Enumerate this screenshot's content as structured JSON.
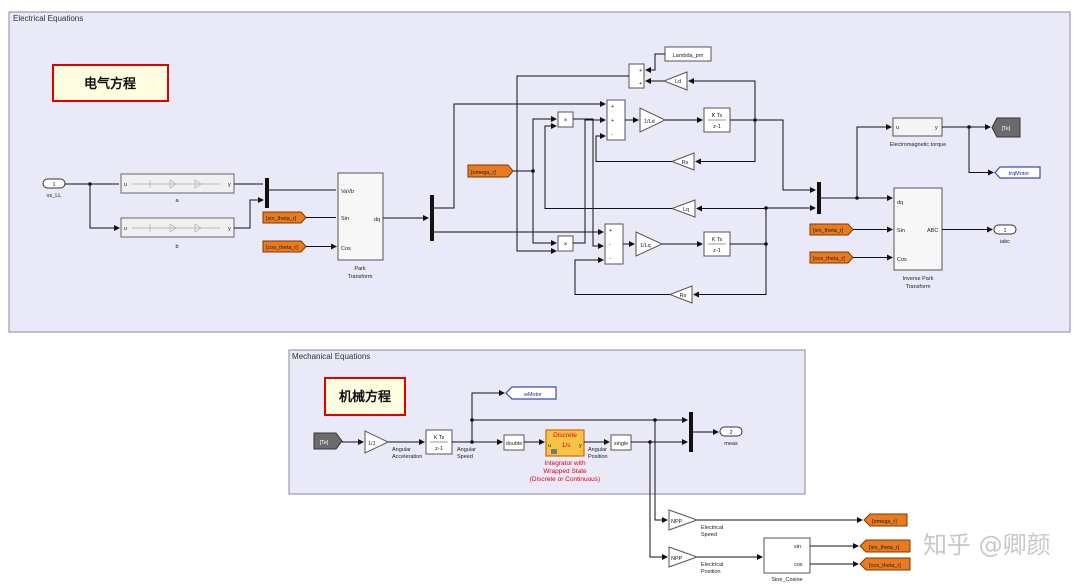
{
  "panels": {
    "electrical": {
      "title": "Electrical Equations",
      "note": "电气方程"
    },
    "mechanical": {
      "title": "Mechanical Equations",
      "note": "机械方程"
    }
  },
  "electrical": {
    "vs_in": {
      "num": "1",
      "label": "vs_LL"
    },
    "filter_a": {
      "label": "a",
      "in": "u",
      "out": "y"
    },
    "filter_b": {
      "label": "b",
      "in": "u",
      "out": "y"
    },
    "goto_sin": "[sin_theta_r]",
    "goto_cos": "[cos_theta_r]",
    "park": {
      "ports": [
        "VaVb",
        "Sin",
        "Cos"
      ],
      "out": "dq",
      "label1": "Park",
      "label2": "Transform"
    },
    "lambda": "Lambda_pm",
    "from_omega": "[omega_r]",
    "gain_Ld": "Ld",
    "gain_Lq": "Lq",
    "gain_Rs_d": "Rs",
    "gain_Rs_q": "Rs",
    "gain_1Ld": "1/Ld",
    "gain_1Lq": "1/Lq",
    "integrator_d": {
      "num": "K Ts",
      "den": "z-1"
    },
    "integrator_q": {
      "num": "K Ts",
      "den": "z-1"
    },
    "mult": "×",
    "sum_signs_d": [
      "+",
      "+",
      "-"
    ],
    "sum_signs_q": [
      "+",
      "-",
      "-"
    ],
    "sum_lambda": [
      "+",
      "+"
    ],
    "torque": {
      "in": "u",
      "out": "y",
      "label": "Electromagnetic torque"
    },
    "goto_te": "[Te]",
    "goto_trq": "trqMotor",
    "inv_park": {
      "ports": [
        "dq",
        "Sin",
        "Cos"
      ],
      "out": "ABC",
      "label1": "Inverse Park",
      "label2": "Transform"
    },
    "from_sin2": "[sin_theta_r]",
    "from_cos2": "[cos_theta_r]",
    "out_iabc": {
      "num": "1",
      "label": "iabc"
    }
  },
  "mechanical": {
    "from_te": "[Te]",
    "gain_1J": "1/J",
    "ang_acc": [
      "Angular",
      "Acceleration"
    ],
    "integrator": {
      "num": "K Ts",
      "den": "z-1"
    },
    "ang_speed": [
      "Angular",
      "Speed"
    ],
    "goto_wmotor": "wMotor",
    "double": "double",
    "wrapped": {
      "top": "Discrete",
      "mid": "1/s",
      "in": "u",
      "out": "y",
      "label1": "Integrator with",
      "label2": "Wrapped State",
      "label3": "(Discrete or Continuous)"
    },
    "single": "single",
    "ang_pos": [
      "Angular",
      "Position"
    ],
    "out_meas": {
      "num": "2",
      "label": "meas"
    },
    "npp1": {
      "gain": "NPP",
      "label1": "Electrical",
      "label2": "Speed"
    },
    "npp2": {
      "gain": "NPP",
      "label1": "Electrical",
      "label2": "Position"
    },
    "sincos": {
      "ports": [
        "sin",
        "cos"
      ],
      "label": "Sine_Cosine"
    },
    "goto_omega": "[omega_r]",
    "goto_sin": "[sin_theta_r]",
    "goto_cos": "[cos_theta_r]"
  },
  "watermark": "知乎 @卿颜"
}
